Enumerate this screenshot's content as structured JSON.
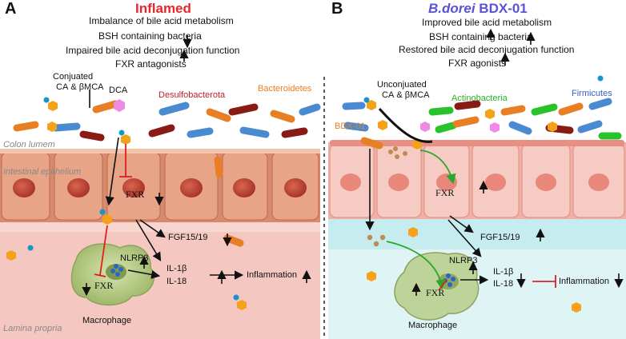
{
  "panelA": {
    "letter": "A",
    "title": "Inflamed",
    "title_color": "#e8272b",
    "lines": [
      "Imbalance of bile acid metabolism",
      "BSH containing bacteria",
      "Impaired bile acid deconjugation function",
      "FXR antagonists"
    ],
    "labels": {
      "conj1": "Conjuated",
      "conj2": "CA & βMCA",
      "dca": "DCA",
      "desulfo": "Desulfobacterota",
      "bacteroid": "Bacteroidetes",
      "colon": "Colon  lumem",
      "epith": "Intestinal epithelium",
      "fxr1": "FXR",
      "fgf": "FGF15/19",
      "nlrp3": "NLRP3",
      "il1b": "IL-1β",
      "il18": "IL-18",
      "inflam": "Inflammation",
      "fxr2": "FXR",
      "macro": "Macrophage",
      "lamina": "Lamina propria"
    }
  },
  "panelB": {
    "letter": "B",
    "title_species": "B.dorei",
    "title_strain": "BDX-01",
    "title_color": "#5b53d6",
    "lines": [
      "Improved bile acid metabolism",
      "BSH containing bacteria",
      "Restored bile acid deconjugation function",
      "FXR agonists"
    ],
    "labels": {
      "unconj1": "Unconjuated",
      "unconj2": "CA & βMCA",
      "actino": "Actinobacteria",
      "firmi": "Firmicutes",
      "bdx": "BDX-01",
      "fxr1": "FXR",
      "fgf": "FGF15/19",
      "nlrp3": "NLRP3",
      "il1b": "IL-1β",
      "il18": "IL-18",
      "inflam": "Inflammation",
      "fxr2": "FXR",
      "macro": "Macrophage"
    }
  },
  "colors": {
    "desulfo": "#c0202a",
    "bacteroid": "#ee7d1f",
    "actino": "#2ab02a",
    "firmi": "#3a5fc0",
    "orange_bac": "#e87f24",
    "blue_bac": "#4a8ad0",
    "darkred_bac": "#8a1a14",
    "green_bac": "#2ac22a",
    "hexagon": "#f5a21b",
    "pink_hex": "#ee8ae6"
  }
}
